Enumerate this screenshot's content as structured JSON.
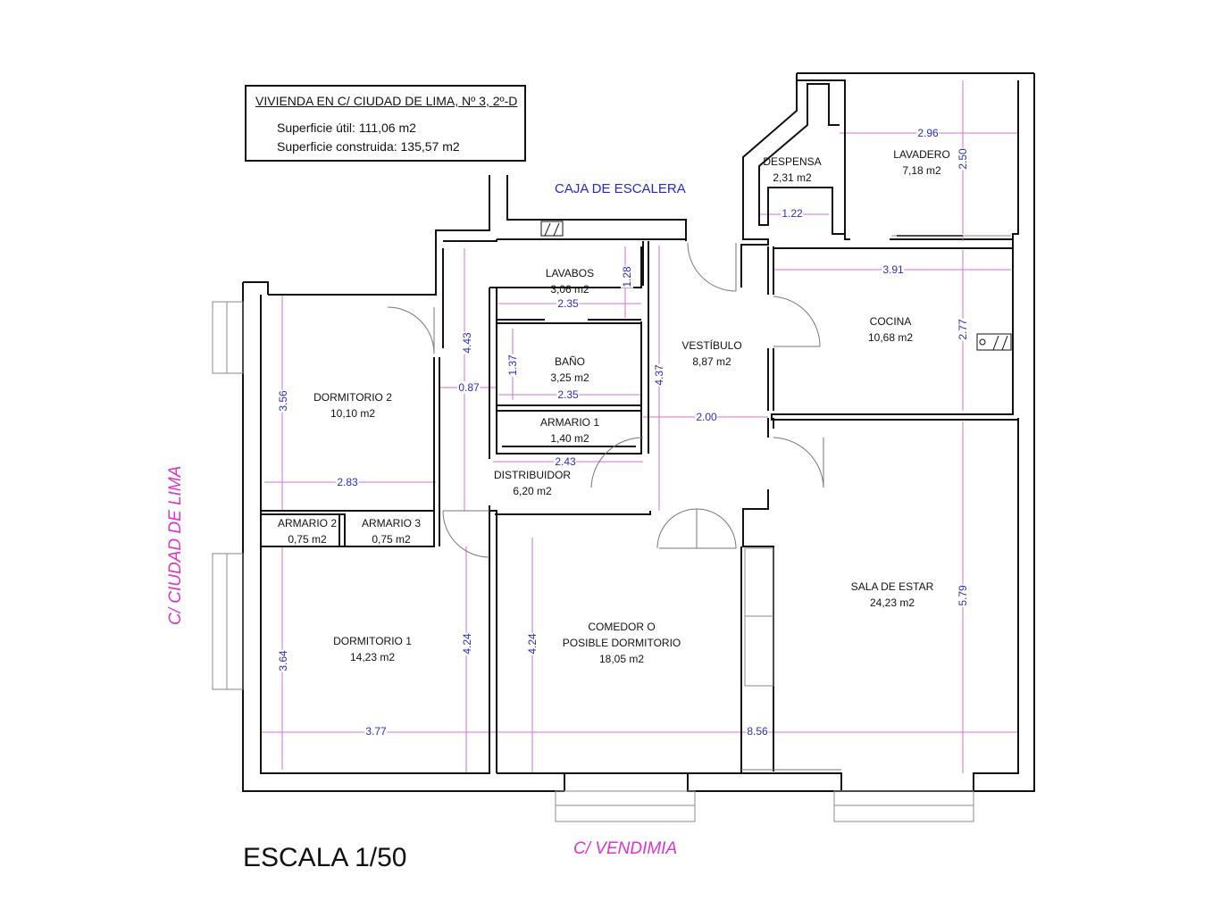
{
  "title": {
    "address": "VIVIENDA EN C/ CIUDAD DE LIMA, Nº 3, 2º-D",
    "useful_area": "Superficie útil: 111,06 m2",
    "built_area": "Superficie construida: 135,57 m2"
  },
  "labels": {
    "stairwell": "CAJA DE ESCALERA",
    "street_left": "C/ CIUDAD DE LIMA",
    "street_bottom": "C/ VENDIMIA",
    "scale": "ESCALA 1/50"
  },
  "rooms": {
    "despensa": {
      "name": "DESPENSA",
      "area": "2,31 m2"
    },
    "lavadero": {
      "name": "LAVADERO",
      "area": "7,18 m2"
    },
    "lavabos": {
      "name": "LAVABOS",
      "area": "3,06 m2"
    },
    "bano": {
      "name": "BAÑO",
      "area": "3,25 m2"
    },
    "armario1": {
      "name": "ARMARIO 1",
      "area": "1,40 m2"
    },
    "distribuidor": {
      "name": "DISTRIBUIDOR",
      "area": "6,20 m2"
    },
    "vestibulo": {
      "name": "VESTÍBULO",
      "area": "8,87 m2"
    },
    "cocina": {
      "name": "COCINA",
      "area": "10,68 m2"
    },
    "dormitorio2": {
      "name": "DORMITORIO 2",
      "area": "10,10 m2"
    },
    "armario2": {
      "name": "ARMARIO 2",
      "area": "0,75 m2"
    },
    "armario3": {
      "name": "ARMARIO 3",
      "area": "0,75 m2"
    },
    "dormitorio1": {
      "name": "DORMITORIO 1",
      "area": "14,23 m2"
    },
    "comedor": {
      "name": "COMEDOR O",
      "name2": "POSIBLE DORMITORIO",
      "area": "18,05 m2"
    },
    "sala": {
      "name": "SALA DE ESTAR",
      "area": "24,23 m2"
    }
  },
  "dimensions": {
    "lavadero_w": "2.96",
    "lavadero_h": "2.50",
    "despensa_w": "1.22",
    "cocina_w": "3.91",
    "cocina_h": "2.77",
    "lavabos_h": "1.28",
    "lavabos_w": "2.35",
    "bano_h": "1.37",
    "bano_w": "2.35",
    "pasillo_h": "4.43",
    "pasillo_w": "0.87",
    "vestibulo_h": "4.37",
    "vestibulo_w": "2.00",
    "distribuidor_w": "2.43",
    "dorm2_h": "3.56",
    "dorm2_w": "2.83",
    "dorm1_h": "3.64",
    "dorm1_w": "3.77",
    "dorm1_h2": "4.24",
    "comedor_h": "4.24",
    "sala_h": "5.79",
    "total_w": "8.56"
  }
}
